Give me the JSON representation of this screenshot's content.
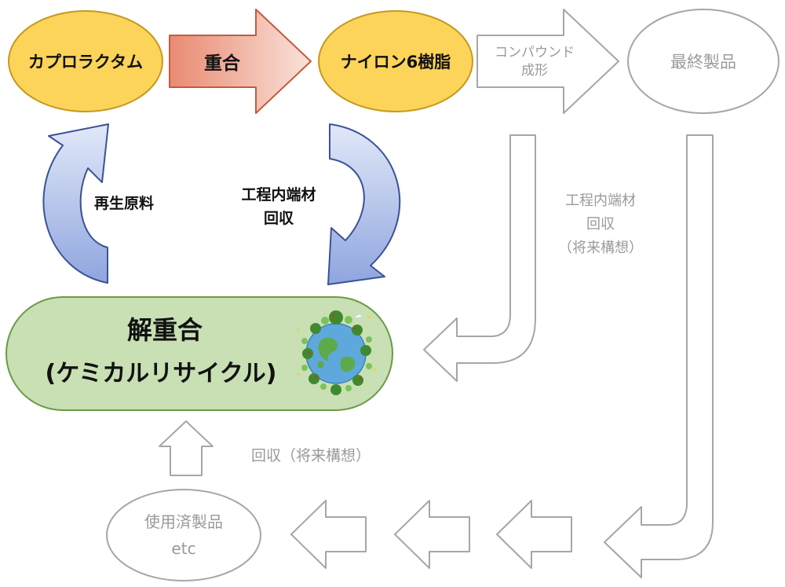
{
  "colors": {
    "yellow_fill": "#fcd45a",
    "yellow_stroke": "#c59a1f",
    "green_fill": "#c8e0b4",
    "green_stroke": "#6c9a45",
    "blue_arrow_light": "#e1e8f8",
    "blue_arrow_dark": "#8fa5de",
    "blue_arrow_stroke": "#3b5395",
    "salmon_light": "#f9e2da",
    "salmon_dark": "#ea8a72",
    "salmon_stroke": "#c55a3e",
    "grey_outline": "#a6a6a6",
    "grey_text": "#9a9a9a"
  },
  "nodes": {
    "caprolactam": "カプロラクタム",
    "polymerization": "重合",
    "nylon6_resin": "ナイロン6樹脂",
    "compound_molding": "コンパウンド\n成形",
    "final_product": "最終製品",
    "depolymerization_title": "解重合",
    "depolymerization_subtitle": "(ケミカルリサイクル)",
    "used_products_line1": "使用済製品",
    "used_products_line2": "etc"
  },
  "edge_labels": {
    "recycled_material": "再生原料",
    "inprocess_scrap_recovery": "工程内端材\n回収",
    "inprocess_scrap_future": "工程内端材\n回収\n（将来構想）",
    "recovery_future": "回収（将来構想）"
  },
  "icons": {
    "earth": "earth-with-trees-icon"
  }
}
